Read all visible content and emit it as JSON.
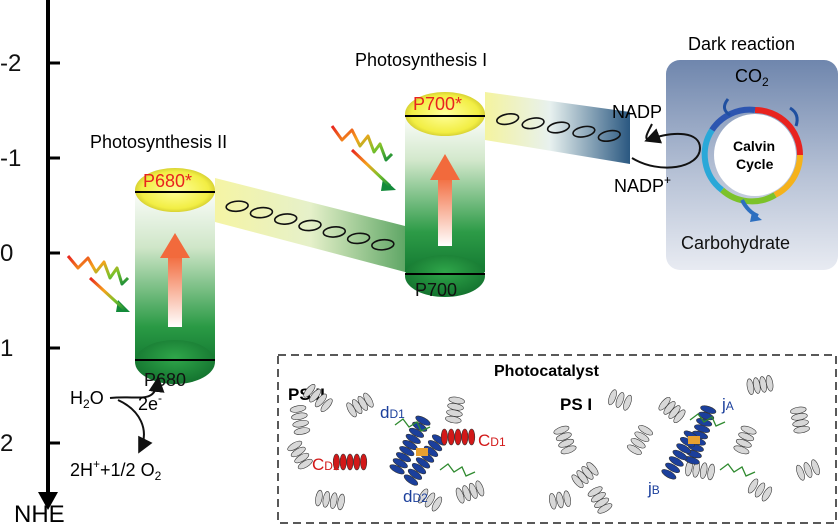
{
  "axis": {
    "label": "NHE",
    "ticks": [
      {
        "label": "-2",
        "value": -2
      },
      {
        "label": "-1",
        "value": -1
      },
      {
        "label": "0",
        "value": 0
      },
      {
        "label": "1",
        "value": 1
      },
      {
        "label": "2",
        "value": 2
      }
    ]
  },
  "ps2": {
    "title": "Photosynthesis II",
    "excited": "P680",
    "excited_mark": "*",
    "ground": "P680",
    "water": {
      "reactant": "H",
      "reactant_sub": "2",
      "reactant_end": "O",
      "electrons": "2e",
      "electrons_sup": "-",
      "product_a": "2H",
      "product_a_sup": "+",
      "product_b": "+1/2 O",
      "product_b_sub": "2"
    }
  },
  "ps1": {
    "title": "Photosynthesis I",
    "excited": "P700",
    "excited_mark": "*",
    "ground": "P700"
  },
  "dark": {
    "title": "Dark reaction",
    "co2": "CO",
    "co2_sub": "2",
    "nadp": "NADP",
    "nadp_plus": "NADP",
    "nadp_plus_sup": "+",
    "cycle_line1": "Calvin",
    "cycle_line2": "Cycle",
    "product": "Carbohydrate"
  },
  "photocatalyst": {
    "title": "Photocatalyst",
    "ps2_label": "PS II",
    "ps1_label": "PS I",
    "d_label": "d",
    "d1_sub": "D1",
    "d2_sub": "D2",
    "c_label": "C",
    "cd1_sub": "D1",
    "cd2_sub": "D2",
    "j_label": "j",
    "ja_sub": "A",
    "jb_sub": "B"
  },
  "colors": {
    "excited_text": "#e8231f",
    "helix_blue": "#1b3f9c",
    "helix_red": "#d21818",
    "cylinder_green": "#1a8a3a",
    "dark_box": "#8ea0bf"
  }
}
